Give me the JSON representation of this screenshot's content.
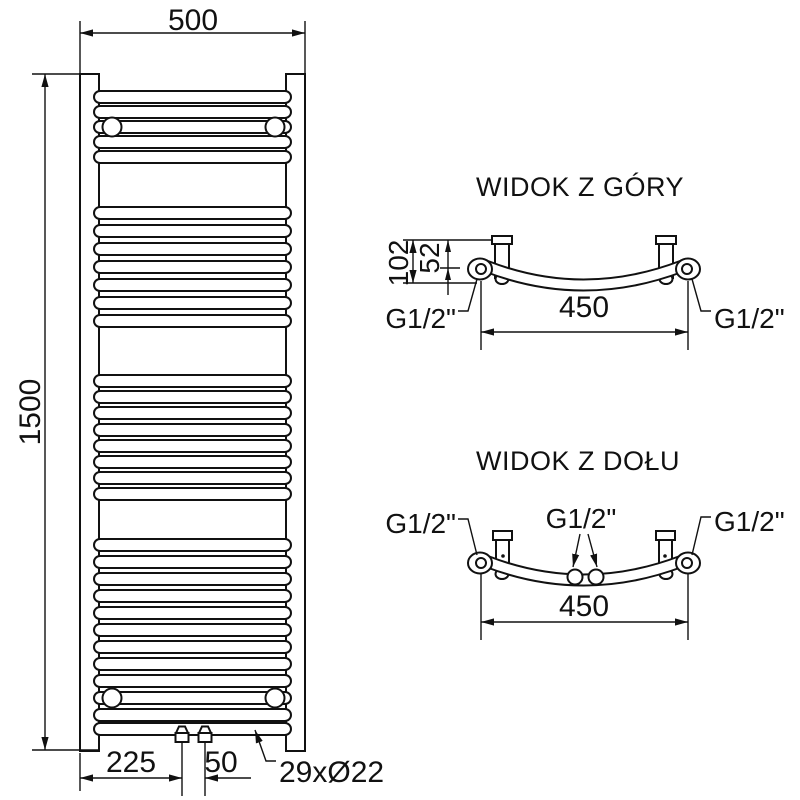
{
  "drawing": {
    "front_view": {
      "dim_width": "500",
      "dim_height": "1500",
      "dim_valve_offset": "225",
      "dim_valve_spacing": "50",
      "tube_count_label": "29xØ22"
    },
    "top_view": {
      "title": "WIDOK Z GÓRY",
      "dim_depth": "102",
      "dim_axis_depth": "52",
      "dim_span": "450",
      "conn_left": "G1/2\"",
      "conn_right": "G1/2\""
    },
    "bottom_view": {
      "title": "WIDOK Z DOŁU",
      "dim_span": "450",
      "conn_left": "G1/2\"",
      "conn_center": "G1/2\"",
      "conn_right": "G1/2\""
    },
    "colors": {
      "line": "#111111",
      "background": "#ffffff"
    }
  }
}
